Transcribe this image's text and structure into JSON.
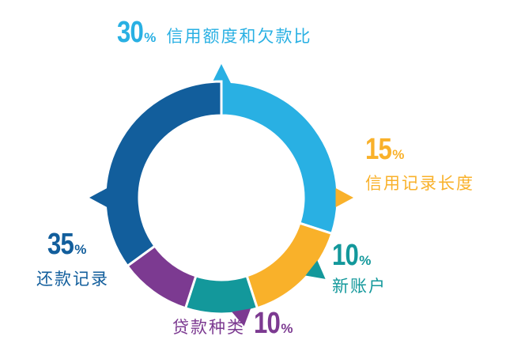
{
  "chart_data": {
    "type": "donut",
    "slices": [
      {
        "label": "信用额度和欠款比",
        "value": 30,
        "value_text": "30",
        "unit": "%",
        "color": "#29B0E3"
      },
      {
        "label": "信用记录长度",
        "value": 15,
        "value_text": "15",
        "unit": "%",
        "color": "#F9B12A"
      },
      {
        "label": "新账户",
        "value": 10,
        "value_text": "10",
        "unit": "%",
        "color": "#13989B"
      },
      {
        "label": "贷款种类",
        "value": 10,
        "value_text": "10",
        "unit": "%",
        "color": "#7C3A91"
      },
      {
        "label": "还款记录",
        "value": 35,
        "value_text": "35",
        "unit": "%",
        "color": "#125E9C"
      }
    ]
  }
}
